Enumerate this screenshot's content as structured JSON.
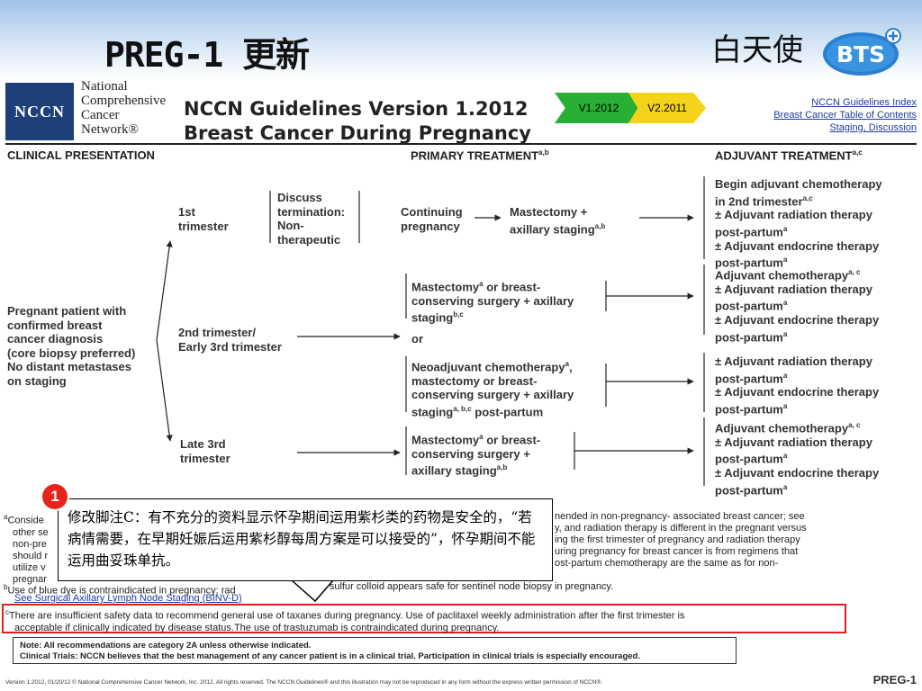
{
  "slide": {
    "title": "PREG-1 更新",
    "brand": "白天使",
    "logo_text": "BTS"
  },
  "header": {
    "nccn_logo": "NCCN",
    "org_lines": [
      "National",
      "Comprehensive",
      "Cancer",
      "Network®"
    ],
    "guideline_line1": "NCCN Guidelines Version 1.2012",
    "guideline_line2": "Breast Cancer During Pregnancy",
    "versions": [
      "V1.2012",
      "V2.2011"
    ],
    "links": [
      "NCCN Guidelines Index",
      "Breast Cancer Table of Contents",
      "Staging, Discussion"
    ]
  },
  "columns": {
    "clinical": "CLINICAL PRESENTATION",
    "primary": "PRIMARY TREATMENT",
    "primary_sup": "a,b",
    "adjuvant": "ADJUVANT TREATMENT",
    "adjuvant_sup": "a,c"
  },
  "presentation": [
    "Pregnant patient with",
    "confirmed breast",
    "cancer diagnosis",
    "(core biopsy preferred)",
    "No distant metastases",
    "on staging"
  ],
  "trimesters": {
    "first": [
      "1st",
      "trimester"
    ],
    "second": [
      "2nd trimester/",
      "Early 3rd trimester"
    ],
    "late": [
      "Late 3rd",
      "trimester"
    ]
  },
  "first": {
    "discuss": [
      "Discuss",
      "termination:",
      "Non-",
      "therapeutic"
    ],
    "continuing": [
      "Continuing",
      "pregnancy"
    ],
    "mastectomy": [
      "Mastectomy +",
      "axillary staging"
    ],
    "mastectomy_sup": "a,b",
    "adjuvant": [
      "Begin adjuvant chemotherapy",
      "in 2nd trimester",
      "± Adjuvant radiation therapy",
      "post-partum",
      "± Adjuvant endocrine therapy",
      "post-partum"
    ],
    "adjuvant_sups": [
      "",
      "a,c",
      "",
      "a",
      "",
      "a"
    ]
  },
  "second": {
    "option1": [
      "Mastectomy",
      " or breast-",
      "conserving surgery + axillary",
      "staging"
    ],
    "option1_sups": [
      "a",
      "b,c"
    ],
    "or": "or",
    "option2": [
      "Neoadjuvant chemotherapy",
      ",",
      "mastectomy or breast-",
      "conserving surgery + axillary",
      "staging",
      " post-partum"
    ],
    "option2_sups": [
      "a",
      "a, b,c"
    ],
    "adjuvant1": [
      "Adjuvant chemotherapy",
      "± Adjuvant radiation therapy",
      "post-partum",
      "± Adjuvant endocrine therapy",
      "post-partum"
    ],
    "adjuvant1_sups": [
      "a, c",
      "a",
      "a"
    ],
    "adjuvant2": [
      "± Adjuvant radiation therapy",
      "post-partum",
      "± Adjuvant endocrine therapy",
      "post-partum"
    ],
    "adjuvant2_sups": [
      "a",
      "a"
    ]
  },
  "late": {
    "option": [
      "Mastectomy",
      " or breast-",
      "conserving surgery +",
      "axillary staging"
    ],
    "option_sups": [
      "a",
      "a,b"
    ],
    "adjuvant": [
      "Adjuvant chemotherapy",
      "± Adjuvant radiation therapy",
      "post-partum",
      "± Adjuvant endocrine therapy",
      "post-partum"
    ],
    "adjuvant_sups": [
      "a, c",
      "a",
      "a"
    ]
  },
  "footnotes": {
    "a_left": [
      "Conside",
      "other se",
      "non-pre",
      "should r",
      "utilize v",
      "pregnar"
    ],
    "a_right": [
      "nended in non-pregnancy- associated breast cancer; see",
      "y, and radiation therapy is different in the pregnant versus",
      "ing the first trimester of pregnancy and radiation therapy",
      "uring pregnancy for breast cancer is from regimens that",
      "ost-partum chemotherapy are the same as for non-"
    ],
    "b_line": "Use of blue dye is contraindicated in pregnancy; rad",
    "b_line2": "eled sulfur colloid appears safe for sentinel node biopsy in pregnancy.",
    "b_link": "See Surgical Axillary Lymph Node Staging (BINV-D)",
    "c_line1": "There are insufficient safety data to recommend general use of taxanes during pregnancy. Use of paclitaxel weekly administration after the first trimester is",
    "c_line2": "acceptable if clinically indicated by disease status.The use of trastuzumab is contraindicated during pregnancy."
  },
  "callout": {
    "badge": "1",
    "text": "修改脚注C：有不充分的资料显示怀孕期间运用紫杉类的药物是安全的，“若病情需要，在早期妊娠后运用紫杉醇每周方案是可以接受的”，怀孕期间不能运用曲妥珠单抗。"
  },
  "note": {
    "line1": "Note: All recommendations are category 2A unless otherwise indicated.",
    "line2": "Clinical Trials: NCCN believes that the best management of any cancer patient is in a clinical trial. Participation in clinical trials is especially encouraged."
  },
  "footer": {
    "legal": "Version 1.2012, 01/20/12 © National Comprehensive Cancer Network, Inc. 2012, All rights reserved. The NCCN Guidelines® and this illustration may not be reproduced in any form without the express written permission of NCCN®.",
    "page_id": "PREG-1"
  }
}
